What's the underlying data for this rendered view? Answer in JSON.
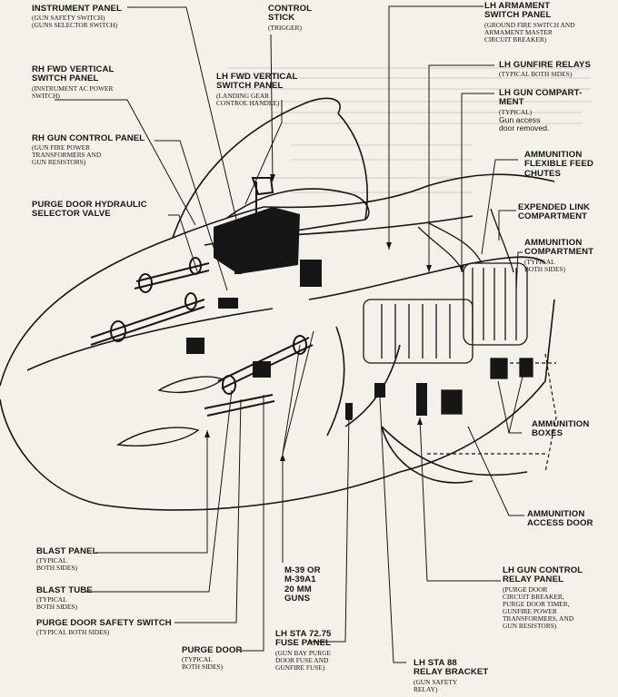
{
  "colors": {
    "ink": "#161616",
    "paper": "#f4f1ea"
  },
  "labels": {
    "instrument_panel": {
      "title": "INSTRUMENT PANEL",
      "sub": "(GUN SAFETY SWITCH)\n(GUNS SELECTOR SWITCH)"
    },
    "control_stick": {
      "title": "CONTROL\nSTICK",
      "sub": "(TRIGGER)"
    },
    "lh_armament": {
      "title": "LH ARMAMENT\nSWITCH PANEL",
      "sub": "(GROUND FIRE SWITCH AND\nARMAMENT MASTER\nCIRCUIT BREAKER)"
    },
    "rh_fwd_vertical": {
      "title": "RH FWD VERTICAL\nSWITCH PANEL",
      "sub": "(INSTRUMENT AC POWER\nSWITCH)"
    },
    "lh_fwd_vertical": {
      "title": "LH FWD VERTICAL\nSWITCH PANEL",
      "sub": "(LANDING GEAR\nCONTROL HANDLE)"
    },
    "lh_gunfire_relays": {
      "title": "LH GUNFIRE RELAYS",
      "sub": "(TYPICAL BOTH SIDES)"
    },
    "lh_gun_compartment": {
      "title": "LH GUN COMPART-\nMENT",
      "sub": "(TYPICAL)",
      "body": "Gun access\ndoor removed."
    },
    "rh_gun_control_panel": {
      "title": "RH GUN CONTROL PANEL",
      "sub": "(GUN FIRE POWER\nTRANSFORMERS AND\nGUN RESISTORS)"
    },
    "ammo_feed_chutes": {
      "title": "AMMUNITION\nFLEXIBLE FEED\nCHUTES"
    },
    "purge_door_valve": {
      "title": "PURGE DOOR HYDRAULIC\nSELECTOR VALVE"
    },
    "expended_link": {
      "title": "EXPENDED LINK\nCOMPARTMENT"
    },
    "ammo_compartment": {
      "title": "AMMUNITION\nCOMPARTMENT",
      "sub": "(TYPICAL\nBOTH SIDES)"
    },
    "ammo_boxes": {
      "title": "AMMUNITION\nBOXES"
    },
    "ammo_access_door": {
      "title": "AMMUNITION\nACCESS DOOR"
    },
    "blast_panel": {
      "title": "BLAST PANEL",
      "sub": "(TYPICAL\nBOTH SIDES)"
    },
    "blast_tube": {
      "title": "BLAST TUBE",
      "sub": "(TYPICAL\nBOTH SIDES)"
    },
    "m39_guns": {
      "title": "M-39 OR\nM-39A1\n20 MM\nGUNS"
    },
    "lh_gun_control_relay": {
      "title": "LH GUN CONTROL\nRELAY PANEL",
      "sub": "(PURGE DOOR\nCIRCUIT BREAKER,\nPURGE DOOR TIMER,\nGUNFIRE POWER\nTRANSFORMERS, AND\nGUN RESISTORS)"
    },
    "purge_door_safety": {
      "title": "PURGE DOOR SAFETY SWITCH",
      "sub": "(TYPICAL BOTH SIDES)"
    },
    "lh_sta_7275": {
      "title": "LH STA 72.75\nFUSE PANEL",
      "sub": "(GUN BAY PURGE\nDOOR FUSE AND\nGUNFIRE FUSE)"
    },
    "purge_door": {
      "title": "PURGE DOOR",
      "sub": "(TYPICAL\nBOTH SIDES)"
    },
    "lh_sta_88": {
      "title": "LH STA 88\nRELAY BRACKET",
      "sub": "(GUN SAFETY\nRELAY)"
    }
  }
}
